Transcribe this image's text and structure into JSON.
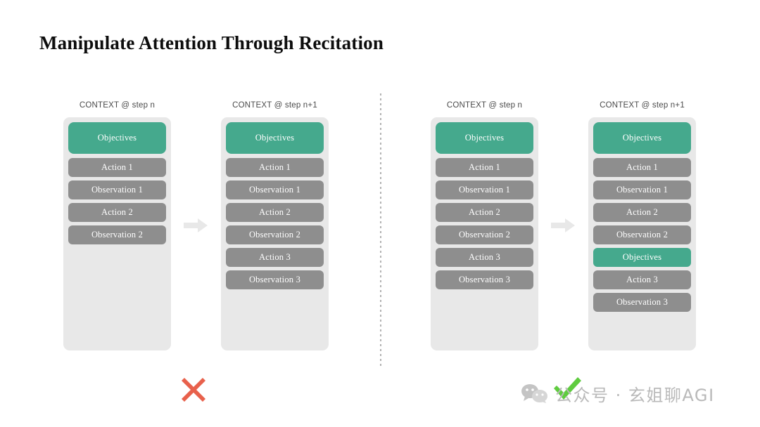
{
  "slide": {
    "title": "Manipulate Attention Through Recitation",
    "background_color": "#ffffff"
  },
  "colors": {
    "green": "#45a98d",
    "gray": "#8e8e8e",
    "stack_background": "#e8e8e8",
    "arrow": "#e8e8e8",
    "cross_mark": "#e8614c",
    "check_mark": "#5fcc3f",
    "divider": "#b3b3b3",
    "watermark_text": "#b9b9b9",
    "header_text": "#4a4a4a",
    "title_text": "#0d0d0d"
  },
  "diagram": {
    "columns": [
      {
        "id": "left-step-n",
        "header": "CONTEXT @ step n",
        "blocks": [
          {
            "label": "Objectives",
            "style": "green-tall"
          },
          {
            "label": "Action 1",
            "style": "gray"
          },
          {
            "label": "Observation 1",
            "style": "gray"
          },
          {
            "label": "Action 2",
            "style": "gray"
          },
          {
            "label": "Observation 2",
            "style": "gray"
          }
        ]
      },
      {
        "id": "left-step-n1",
        "header": "CONTEXT @ step n+1",
        "blocks": [
          {
            "label": "Objectives",
            "style": "green-tall"
          },
          {
            "label": "Action 1",
            "style": "gray"
          },
          {
            "label": "Observation 1",
            "style": "gray"
          },
          {
            "label": "Action 2",
            "style": "gray"
          },
          {
            "label": "Observation 2",
            "style": "gray"
          },
          {
            "label": "Action 3",
            "style": "gray"
          },
          {
            "label": "Observation 3",
            "style": "gray"
          }
        ]
      },
      {
        "id": "right-step-n",
        "header": "CONTEXT @ step n",
        "blocks": [
          {
            "label": "Objectives",
            "style": "green-tall"
          },
          {
            "label": "Action 1",
            "style": "gray"
          },
          {
            "label": "Observation 1",
            "style": "gray"
          },
          {
            "label": "Action 2",
            "style": "gray"
          },
          {
            "label": "Observation 2",
            "style": "gray"
          },
          {
            "label": "Action 3",
            "style": "gray"
          },
          {
            "label": "Observation 3",
            "style": "gray"
          }
        ]
      },
      {
        "id": "right-step-n1",
        "header": "CONTEXT @ step n+1",
        "blocks": [
          {
            "label": "Objectives",
            "style": "green-tall"
          },
          {
            "label": "Action 1",
            "style": "gray"
          },
          {
            "label": "Observation 1",
            "style": "gray"
          },
          {
            "label": "Action 2",
            "style": "gray"
          },
          {
            "label": "Observation 2",
            "style": "gray"
          },
          {
            "label": "Objectives",
            "style": "green"
          },
          {
            "label": "Action 3",
            "style": "gray"
          },
          {
            "label": "Observation 3",
            "style": "gray"
          }
        ]
      }
    ],
    "arrows": [
      {
        "id": "arrow-left",
        "icon": "arrow-right-icon"
      },
      {
        "id": "arrow-right",
        "icon": "arrow-right-icon"
      }
    ],
    "divider": {
      "icon": "vertical-dotted-divider"
    },
    "verdicts": [
      {
        "id": "verdict-left",
        "icon": "cross-mark-icon",
        "meaning": "incorrect"
      },
      {
        "id": "verdict-right",
        "icon": "check-mark-icon",
        "meaning": "correct"
      }
    ]
  },
  "watermark": {
    "icon": "wechat-icon",
    "text": "公众号 · 玄姐聊AGI"
  }
}
